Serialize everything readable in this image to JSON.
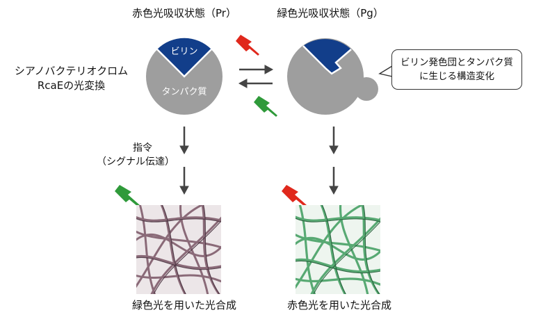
{
  "states": {
    "pr_title": "赤色光吸収状態（Pr）",
    "pg_title": "緑色光吸収状態（Pg）",
    "bilin_label": "ビリン",
    "protein_label": "タンパク質"
  },
  "subject": {
    "line1": "シアノバクテリオクロム",
    "line2": "RcaEの光変換"
  },
  "signal": {
    "line1": "指令",
    "line2": "（シグナル伝達）"
  },
  "callout": {
    "line1": "ビリン発色団とタンパク質",
    "line2": "に生じる構造変化"
  },
  "results": {
    "left": "緑色光を用いた光合成",
    "right": "赤色光を用いた光合成"
  },
  "colors": {
    "protein_gray": "#9e9e9e",
    "bilin_blue": "#123e8a",
    "red_light": "#e0281c",
    "green_light": "#2f9a3a",
    "arrow_gray": "#444444",
    "filament_purple": "#7a5565",
    "filament_green": "#3f9c5e"
  },
  "icons": [
    "lightning-bolt-red-icon",
    "lightning-bolt-green-icon",
    "arrow-down-icon",
    "reversible-arrow-icon"
  ]
}
